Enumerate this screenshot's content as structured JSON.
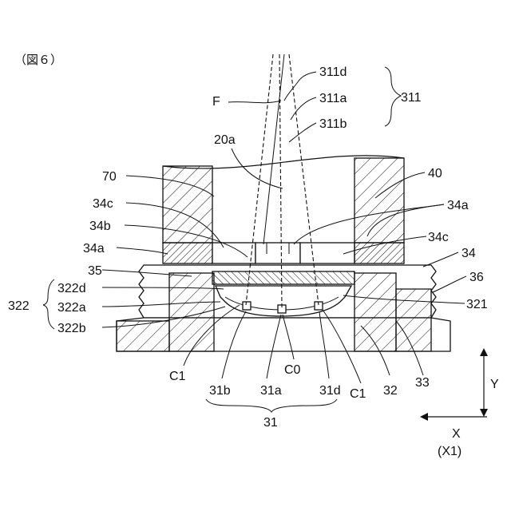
{
  "figure": {
    "caption": "（図６）",
    "labels": {
      "F": "F",
      "l311d": "311d",
      "l311a": "311a",
      "l311b": "311b",
      "l311": "311",
      "l20a": "20a",
      "l70": "70",
      "l40": "40",
      "l34c_left": "34c",
      "l34a_right": "34a",
      "l34b": "34b",
      "l34a_left": "34a",
      "l34c_right": "34c",
      "l34": "34",
      "l35": "35",
      "l36": "36",
      "l322d": "322d",
      "l322": "322",
      "l322a": "322a",
      "l321": "321",
      "l322b": "322b",
      "lC1_left": "C1",
      "lC0": "C0",
      "lC1_right": "C1",
      "l31b": "31b",
      "l31a": "31a",
      "l31d": "31d",
      "l32": "32",
      "l33": "33",
      "l31": "31",
      "axisY": "Y",
      "axisX": "X",
      "axisX1": "(X1)"
    }
  }
}
